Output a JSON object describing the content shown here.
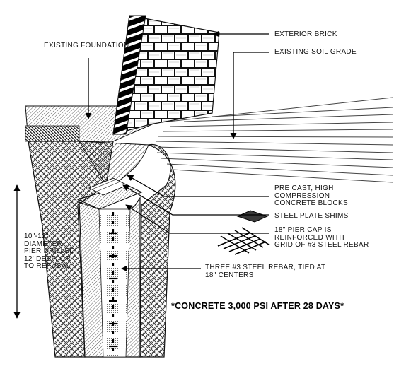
{
  "labels": {
    "exterior_brick": "EXTERIOR BRICK",
    "existing_foundation": "EXISTING FOUNDATION",
    "existing_soil_grade": "EXISTING SOIL GRADE",
    "precast_blocks": [
      "PRE CAST, HIGH",
      "COMPRESSION",
      "CONCRETE BLOCKS"
    ],
    "steel_plate_shims": "STEEL PLATE SHIMS",
    "pier_cap": [
      "18\" PIER CAP IS",
      "REINFORCED WITH",
      "GRID OF #3 STEEL REBAR"
    ],
    "pier_dimensions": [
      "10\"-12\"",
      "DIAMETER",
      "PIER DRILLED,",
      "12' DEEP, OR",
      "TO REFUSAL"
    ],
    "rebar": [
      "THREE #3 STEEL REBAR, TIED AT",
      "18\" CENTERS"
    ]
  },
  "note": "*CONCRETE 3,000 PSI AFTER 28 DAYS*",
  "colors": {
    "ink": "#000000",
    "background": "#ffffff"
  }
}
